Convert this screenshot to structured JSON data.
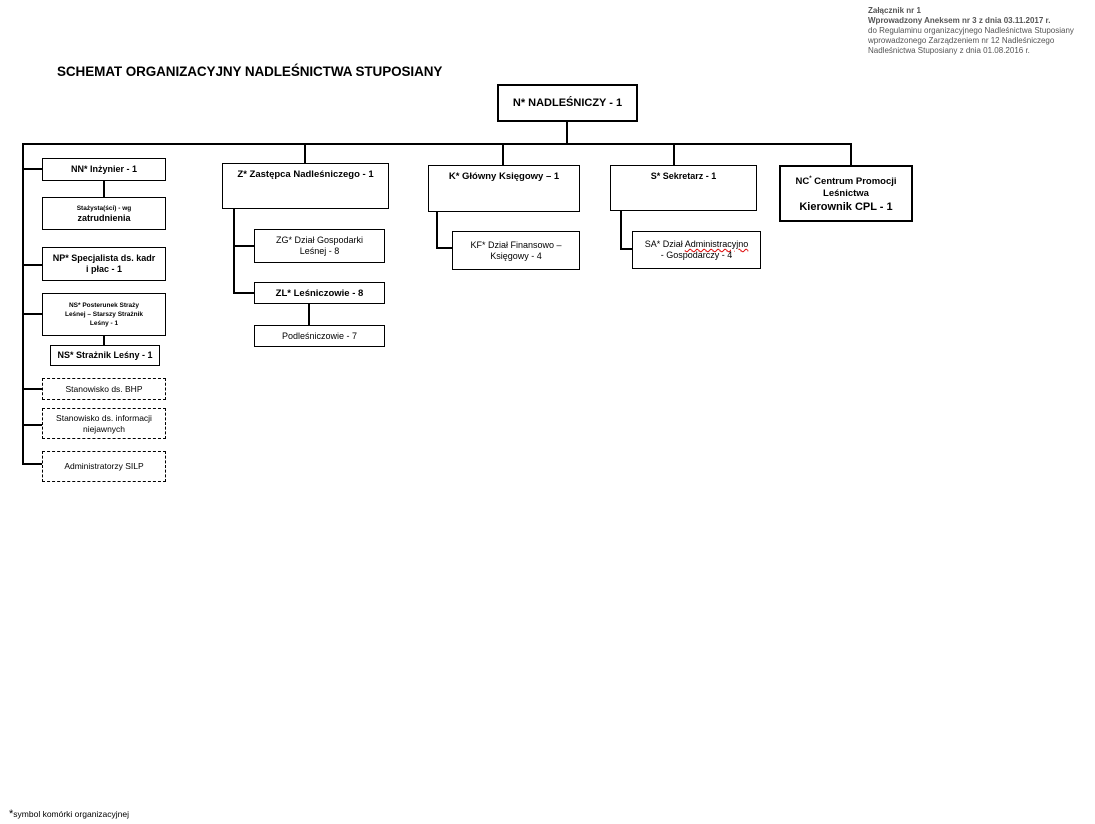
{
  "annex": {
    "line1": "Załącznik nr 1",
    "line2": "Wprowadzony Aneksem nr 3 z dnia 03.11.2017 r.",
    "line3": "do Regulaminu organizacyjnego Nadleśnictwa Stuposiany",
    "line4": "wprowadzonego Zarządzeniem nr 12 Nadleśniczego",
    "line5": "Nadleśnictwa Stuposiany z dnia 01.08.2016 r."
  },
  "title": "SCHEMAT ORGANIZACYJNY NADLEŚNICTWA STUPOSIANY",
  "nodes": {
    "root": "N* NADLEŚNICZY - 1",
    "nn": "NN* Inżynier - 1",
    "staz_a": "Stażysta(ści) - wg",
    "staz_b": "zatrudnienia",
    "np_a": "NP* Specjalista ds. kadr",
    "np_b": "i płac - 1",
    "ns_a": "NS* Posterunek Straży",
    "ns_b": "Leśnej – Starszy Strażnik",
    "ns_c": "Leśny - 1",
    "ns2": "NS* Strażnik Leśny - 1",
    "bhp": "Stanowisko ds. BHP",
    "info_a": "Stanowisko ds. informacji",
    "info_b": "niejawnych",
    "silp": "Administratorzy SILP",
    "z": "Z* Zastępca Nadleśniczego - 1",
    "zg_a": "ZG* Dział Gospodarki",
    "zg_b": "Leśnej - 8",
    "zl": "ZL* Leśniczowie - 8",
    "pod": "Podleśniczowie - 7",
    "k": "K* Główny Księgowy – 1",
    "kf_a": "KF* Dział Finansowo –",
    "kf_b": "Księgowy - 4",
    "s": "S* Sekretarz - 1",
    "sa_a1": "SA* Dział ",
    "sa_a2": "Administracyjno",
    "sa_b": "- Gospodarczy - 4",
    "nc_pre": "NC",
    "nc_sup": "*",
    "nc_a": " Centrum Promocji",
    "nc_b": "Leśnictwa",
    "nc_c": "Kierownik CPL - 1"
  },
  "footnote": {
    "star": "*",
    "text": "symbol komórki organizacyjnej"
  }
}
